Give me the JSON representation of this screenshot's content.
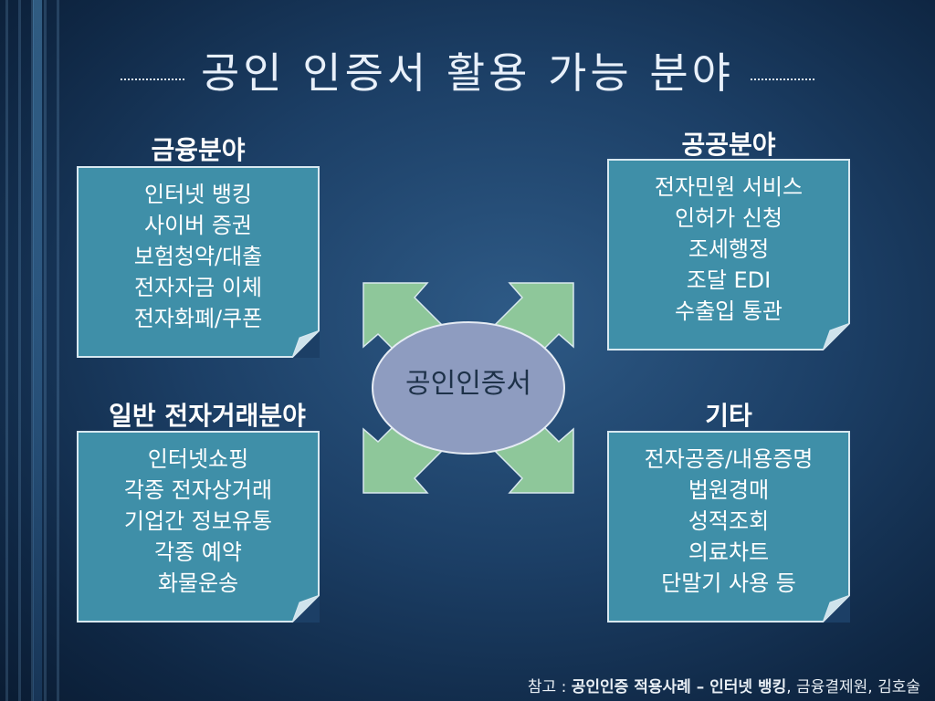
{
  "slide": {
    "title": "공인 인증서 활용 가능 분야"
  },
  "center": {
    "label": "공인인증서"
  },
  "categories": {
    "finance": {
      "title": "금융분야",
      "items": [
        "인터넷 뱅킹",
        "사이버 증권",
        "보험청약/대출",
        "전자자금 이체",
        "전자화폐/쿠폰"
      ]
    },
    "public": {
      "title": "공공분야",
      "items": [
        "전자민원 서비스",
        "인허가 신청",
        "조세행정",
        "조달 EDI",
        "수출입 통관"
      ]
    },
    "commerce": {
      "title": "일반 전자거래분야",
      "items": [
        "인터넷쇼핑",
        "각종 전자상거래",
        "기업간 정보유통",
        "각종 예약",
        "화물운송"
      ]
    },
    "other": {
      "title": "기타",
      "items": [
        "전자공증/내용증명",
        "법원경매",
        "성적조회",
        "의료차트",
        "단말기 사용 등"
      ]
    }
  },
  "footer": {
    "prefix": "참고 : ",
    "bold": "공인인증 적용사례 – 인터넷 뱅킹",
    "suffix": ", 금융결제원, 김호술"
  },
  "colors": {
    "note_fill": "#3f8fa8",
    "arrow_fill": "#8ec79a",
    "ellipse_fill": "#8e9cc0"
  }
}
